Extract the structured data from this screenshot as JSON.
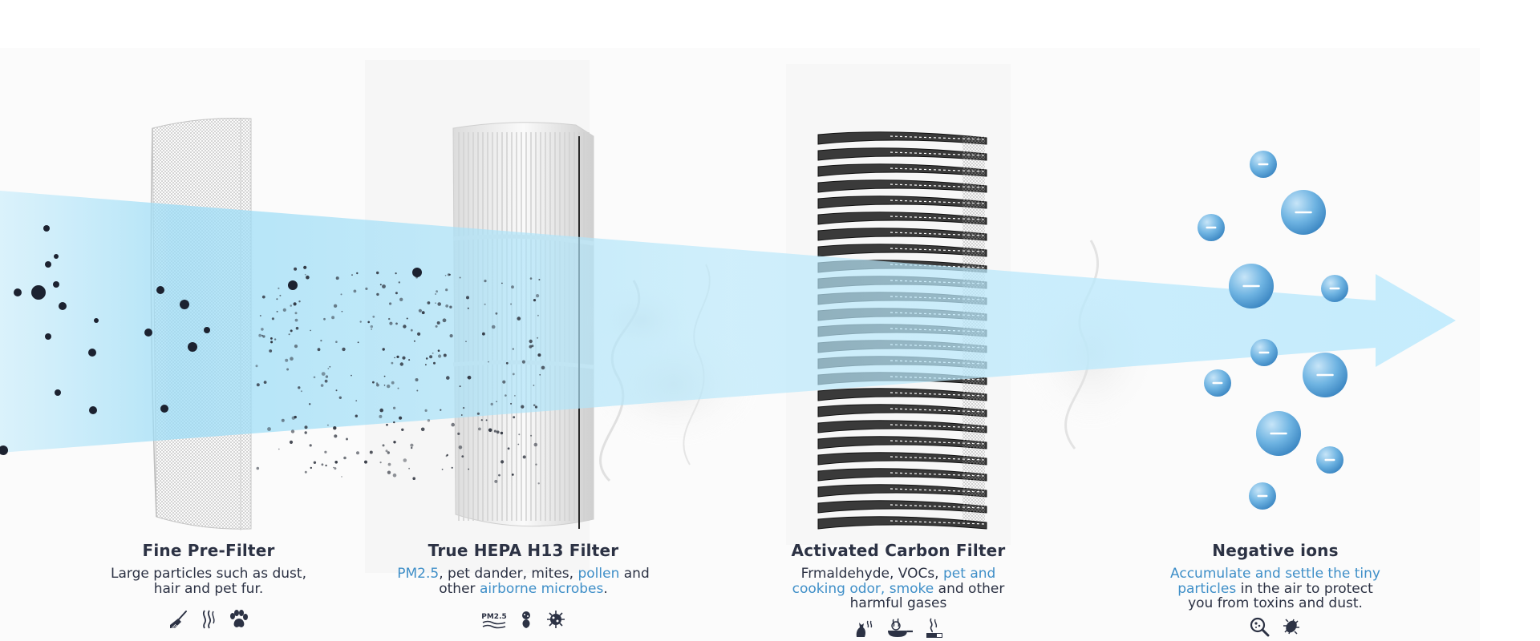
{
  "stages": [
    {
      "title": "Fine Pre-Filter",
      "desc_lines": [
        "Large particles such as dust,",
        "hair and pet fur."
      ],
      "icons": [
        "broom-icon",
        "hair-icon",
        "paw-icon"
      ]
    },
    {
      "title": "True HEPA H13 Filter",
      "desc": {
        "l1_a": "PM2.5",
        "l1_b": ", pet dander, mites, ",
        "l1_c": "pollen",
        "l1_d": " and",
        "l2_a": "other ",
        "l2_b": "airborne microbes",
        "l2_c": "."
      },
      "icons": [
        "pm25-icon",
        "pollen-icon",
        "microbe-icon"
      ],
      "pm_label": "PM2.5"
    },
    {
      "title": "Activated Carbon Filter",
      "desc": {
        "l1_a": "Frmaldehyde, VOCs, ",
        "l1_b": "pet and",
        "l2_a": "cooking odor, smoke",
        "l2_b": " and other",
        "l3": "harmful gases"
      },
      "icons": [
        "pet-odor-icon",
        "cooking-icon",
        "smoke-icon"
      ]
    },
    {
      "title": "Negative ions",
      "desc": {
        "l1": "Accumulate and settle the tiny",
        "l2_a": "particles",
        "l2_b": " in the air to protect",
        "l3": "you from toxins and dust."
      },
      "icons": [
        "search-particle-icon",
        "bacteria-icon"
      ]
    }
  ],
  "ion_symbol": "−",
  "colors": {
    "accent": "#3f8fc8",
    "text": "#2c3244",
    "airflow": "#aee4f8",
    "ion": "#5aa8dc"
  }
}
